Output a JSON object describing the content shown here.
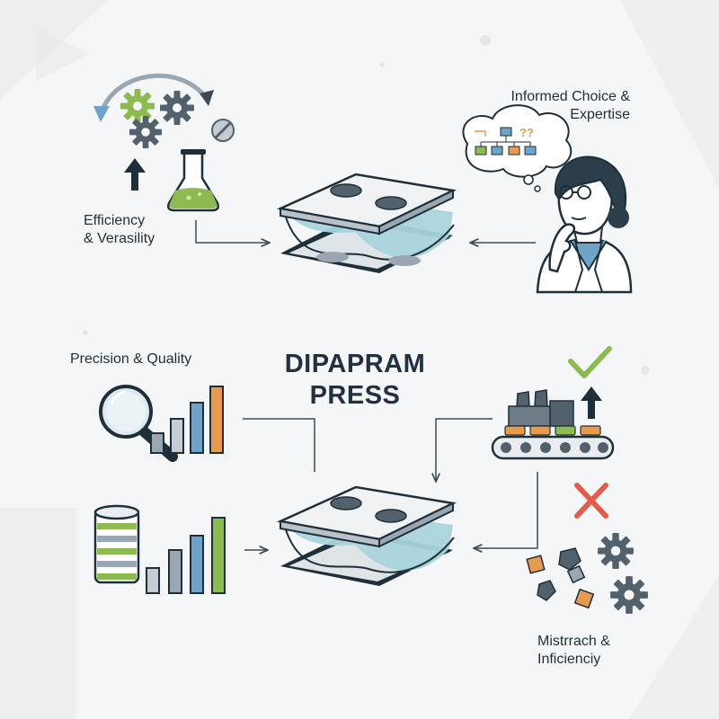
{
  "title": {
    "line1": "DIPAPRAM",
    "line2": "PRESS"
  },
  "labels": {
    "efficiency": {
      "line1": "Efficiency",
      "line2": "& Verasility"
    },
    "informed": {
      "line1": "Informed Choice &",
      "line2": "Expertise"
    },
    "precision": {
      "line1": "Precision & Quality"
    },
    "mistrrach": {
      "line1": "Mistrrach &",
      "line2": "Inficienciy"
    }
  },
  "thought_bubble": {
    "marks": "??"
  },
  "colors": {
    "ink": "#1f2f3a",
    "green": "#8dbb52",
    "blue": "#6fa3c7",
    "orange": "#e89a4f",
    "gray": "#9aa6b1",
    "teal_fluid": "#a9d4dc",
    "plate": "#e9edf0",
    "red": "#e25b4b",
    "check": "#8dbb52"
  },
  "icons": [
    "cycle-arrow-icon",
    "gear-icon",
    "flask-icon",
    "up-arrow-icon",
    "blocked-icon",
    "thought-bubble-icon",
    "scientist-icon",
    "press-icon",
    "magnifier-icon",
    "bar-chart-icon",
    "database-icon",
    "factory-icon",
    "conveyor-icon",
    "check-icon",
    "cross-icon",
    "scattered-parts-icon"
  ]
}
